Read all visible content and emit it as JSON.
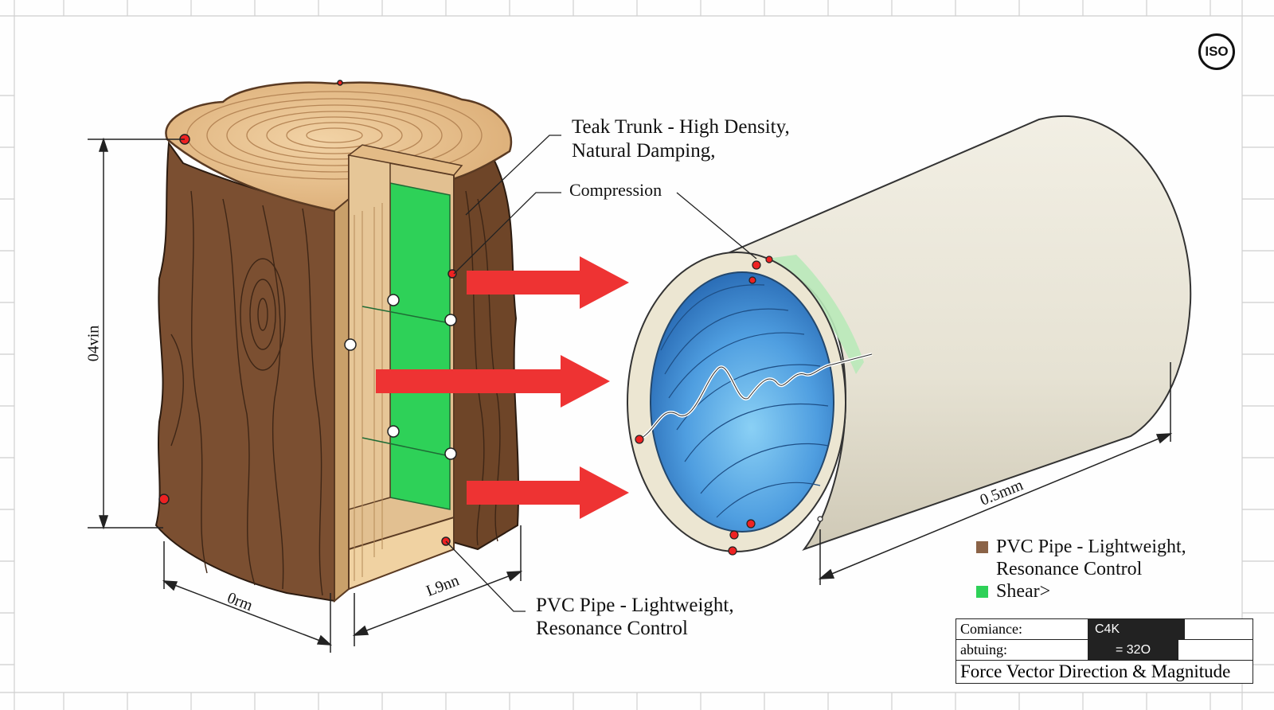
{
  "labels": {
    "teak_title_line1": "Teak Trunk - High Density,",
    "teak_title_line2": "Natural Damping,",
    "compression": "Compression",
    "pvc_callout_line1": "PVC Pipe - Lightweight,",
    "pvc_callout_line2": "Resonance Control"
  },
  "dimensions": {
    "height": "04vin",
    "base_width": "0rm",
    "inner_width": "L9nn",
    "pipe_length": "0.5mm"
  },
  "legend": [
    {
      "line1": "PVC Pipe - Lightweight,",
      "line2": "Resonance Control",
      "color": "#8b6347"
    },
    {
      "line1": "Shear>",
      "line2": "",
      "color": "#2ed158"
    }
  ],
  "title_block": {
    "rows": [
      {
        "key": "Comiance:",
        "value": "C4K"
      },
      {
        "key": "abtuing:",
        "value": "= 32O"
      }
    ],
    "footer": "Force Vector Direction & Magnitude"
  },
  "badge": "ISO",
  "colors": {
    "bark": "#7b4f31",
    "wood_top": "#e9c28f",
    "shear_green": "#2ed158",
    "force_arrow": "#ee3333",
    "pipe_shell": "#e9e5d7",
    "pipe_interior": "#3e8fdc"
  }
}
